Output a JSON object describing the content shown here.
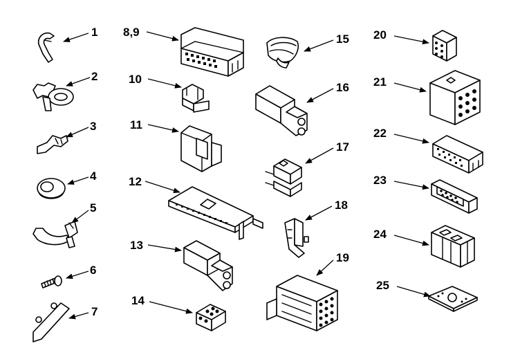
{
  "diagram": {
    "labels": {
      "p1": "1",
      "p2": "2",
      "p3": "3",
      "p4": "4",
      "p5": "5",
      "p6": "6",
      "p7": "7",
      "p89": "8,9",
      "p10": "10",
      "p11": "11",
      "p12": "12",
      "p13": "13",
      "p14": "14",
      "p15": "15",
      "p16": "16",
      "p17": "17",
      "p18": "18",
      "p19": "19",
      "p20": "20",
      "p21": "21",
      "p22": "22",
      "p23": "23",
      "p24": "24",
      "p25": "25"
    },
    "line_color": "#000000",
    "background": "#ffffff"
  }
}
